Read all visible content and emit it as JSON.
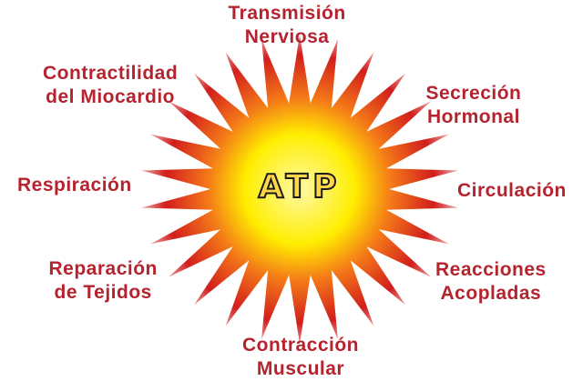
{
  "center": {
    "label": "ATP"
  },
  "labels": [
    {
      "id": "transmision-nerviosa",
      "lines": [
        "Transmisión",
        "Nerviosa"
      ]
    },
    {
      "id": "secrecion-hormonal",
      "lines": [
        "Secreción",
        "Hormonal"
      ]
    },
    {
      "id": "circulacion",
      "lines": [
        "Circulación"
      ]
    },
    {
      "id": "reacciones-acopladas",
      "lines": [
        "Reacciones",
        "Acopladas"
      ]
    },
    {
      "id": "contraccion-muscular",
      "lines": [
        "Contracción",
        "Muscular"
      ]
    },
    {
      "id": "reparacion-de-tejidos",
      "lines": [
        "Reparación",
        "de Tejidos"
      ]
    },
    {
      "id": "respiracion",
      "lines": [
        "Respiración"
      ]
    },
    {
      "id": "contractilidad-del-miocardio",
      "lines": [
        "Contractilidad",
        "del Miocardio"
      ]
    }
  ],
  "colors": {
    "label_text": "#b5232f",
    "burst_outer": "#d21d1d",
    "burst_mid": "#f47a18",
    "burst_inner": "#ffee00",
    "burst_core": "#fff9a8",
    "center_text": "#ffd54a"
  }
}
